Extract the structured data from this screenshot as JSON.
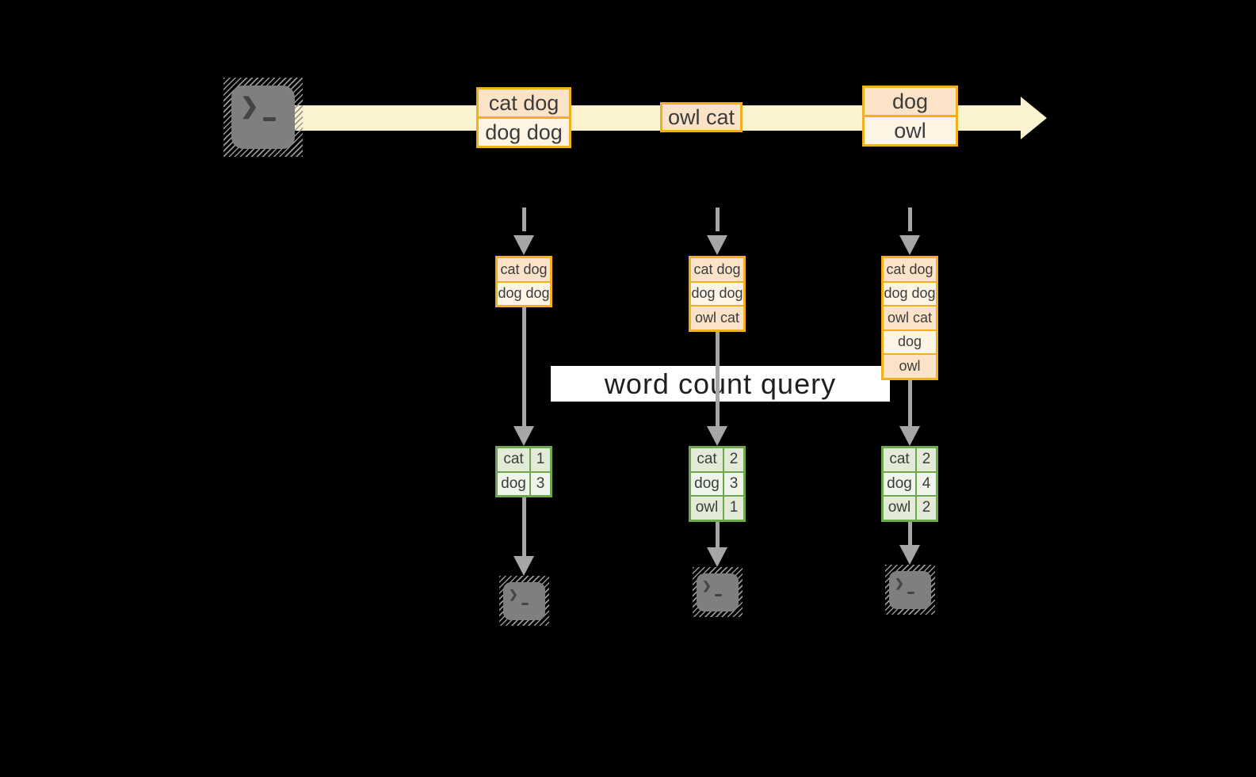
{
  "query_label": "word count query",
  "glyphs": {
    "prompt_chevron": "❯"
  },
  "colors": {
    "background": "#000000",
    "stream_arrow": "#FBF2D0",
    "record_border": "#F2B01E",
    "record_fill_peach": "#FBE3C8",
    "record_fill_cream": "#FDF4E4",
    "table_border": "#6EA84C",
    "table_fill_dark": "#E2EBD7",
    "table_fill_light": "#EFF5E9",
    "arrow_gray": "#A6A6A6",
    "terminal_gray": "#7F7F7F",
    "text": "#3C3C3C"
  },
  "stream": {
    "records": [
      {
        "lines": [
          "cat dog",
          "dog dog"
        ]
      },
      {
        "lines": [
          "owl cat"
        ]
      },
      {
        "lines": [
          "dog",
          "owl"
        ]
      }
    ]
  },
  "columns": [
    {
      "state": [
        "cat dog",
        "dog dog"
      ],
      "counts": [
        {
          "word": "cat",
          "count": "1"
        },
        {
          "word": "dog",
          "count": "3"
        }
      ]
    },
    {
      "state": [
        "cat dog",
        "dog dog",
        "owl cat"
      ],
      "counts": [
        {
          "word": "cat",
          "count": "2"
        },
        {
          "word": "dog",
          "count": "3"
        },
        {
          "word": "owl",
          "count": "1"
        }
      ]
    },
    {
      "state": [
        "cat dog",
        "dog dog",
        "owl cat",
        "dog",
        "owl"
      ],
      "counts": [
        {
          "word": "cat",
          "count": "2"
        },
        {
          "word": "dog",
          "count": "4"
        },
        {
          "word": "owl",
          "count": "2"
        }
      ]
    }
  ]
}
